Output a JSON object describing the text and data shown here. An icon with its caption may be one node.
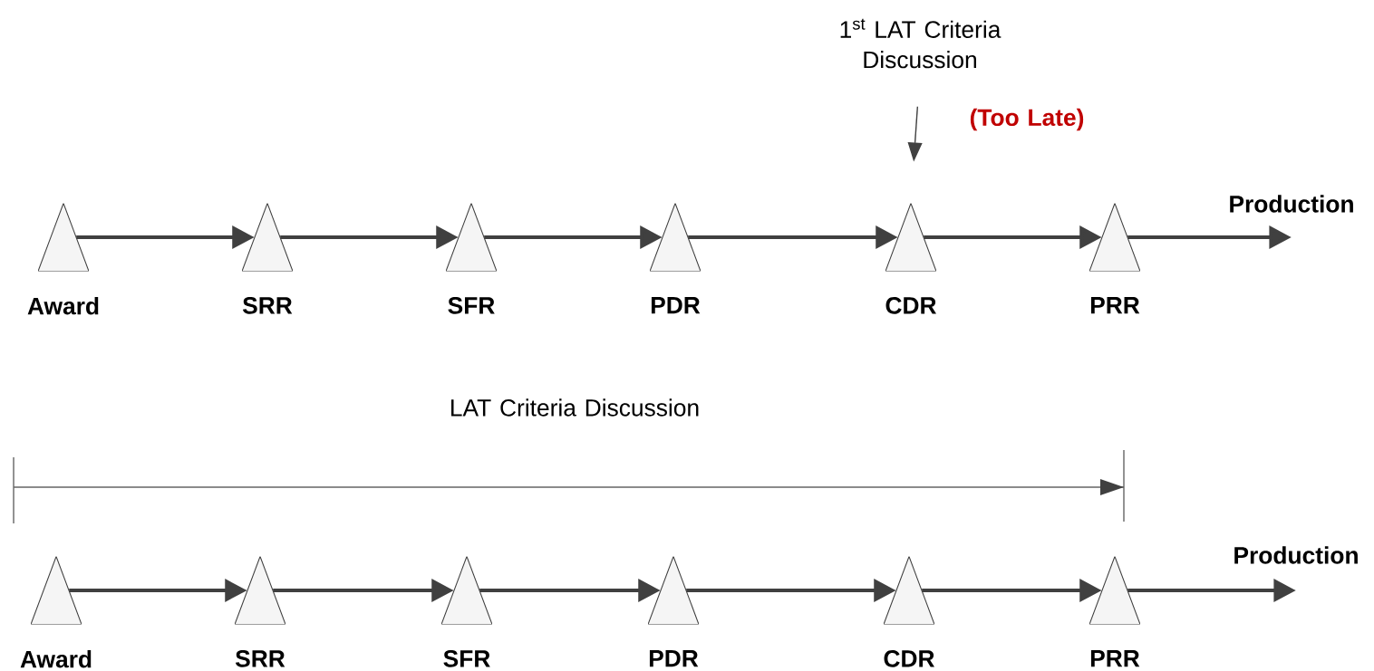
{
  "diagram": {
    "nodes": [
      {
        "text": [
          "Award"
        ]
      },
      {
        "text": [
          "SRR"
        ]
      },
      {
        "text": [
          "SFR"
        ]
      },
      {
        "text": [
          "PDR"
        ]
      },
      {
        "text": [
          "CDR"
        ]
      },
      {
        "text": [
          "PRR"
        ]
      },
      {
        "text": [
          "1$^{st}$ LAT Criteria Discussion"
        ]
      },
      {
        "text": [
          "Award"
        ]
      },
      {
        "text": [
          "SRR"
        ]
      },
      {
        "text": [
          "SFR"
        ]
      },
      {
        "text": [
          "PDR"
        ]
      },
      {
        "text": [
          "CDR"
        ]
      },
      {
        "text": [
          "PRR"
        ]
      }
    ],
    "edges": [
      {
        "from": 0,
        "to": 1,
        "arrow": "to"
      },
      {
        "from": 1,
        "to": 2,
        "arrow": "to"
      },
      {
        "from": 2,
        "to": 3,
        "arrow": "to"
      },
      {
        "from": 3,
        "to": 4,
        "arrow": "to"
      },
      {
        "from": 4,
        "to": 5,
        "arrow": "to"
      },
      {
        "from": 5,
        "to": null,
        "arrow": "to",
        "label": "Production"
      },
      {
        "from": 6,
        "to": 4,
        "arrow": "to"
      },
      {
        "from": 7,
        "to": 8,
        "arrow": "to"
      },
      {
        "from": 8,
        "to": 9,
        "arrow": "to"
      },
      {
        "from": 9,
        "to": 10,
        "arrow": "to"
      },
      {
        "from": 10,
        "to": 11,
        "arrow": "to"
      },
      {
        "from": 11,
        "to": 12,
        "arrow": "to"
      },
      {
        "from": 12,
        "to": null,
        "arrow": "to",
        "label": "Production"
      }
    ],
    "labels": [
      "(Too Late)",
      "LAT Criteria Discussion"
    ]
  }
}
